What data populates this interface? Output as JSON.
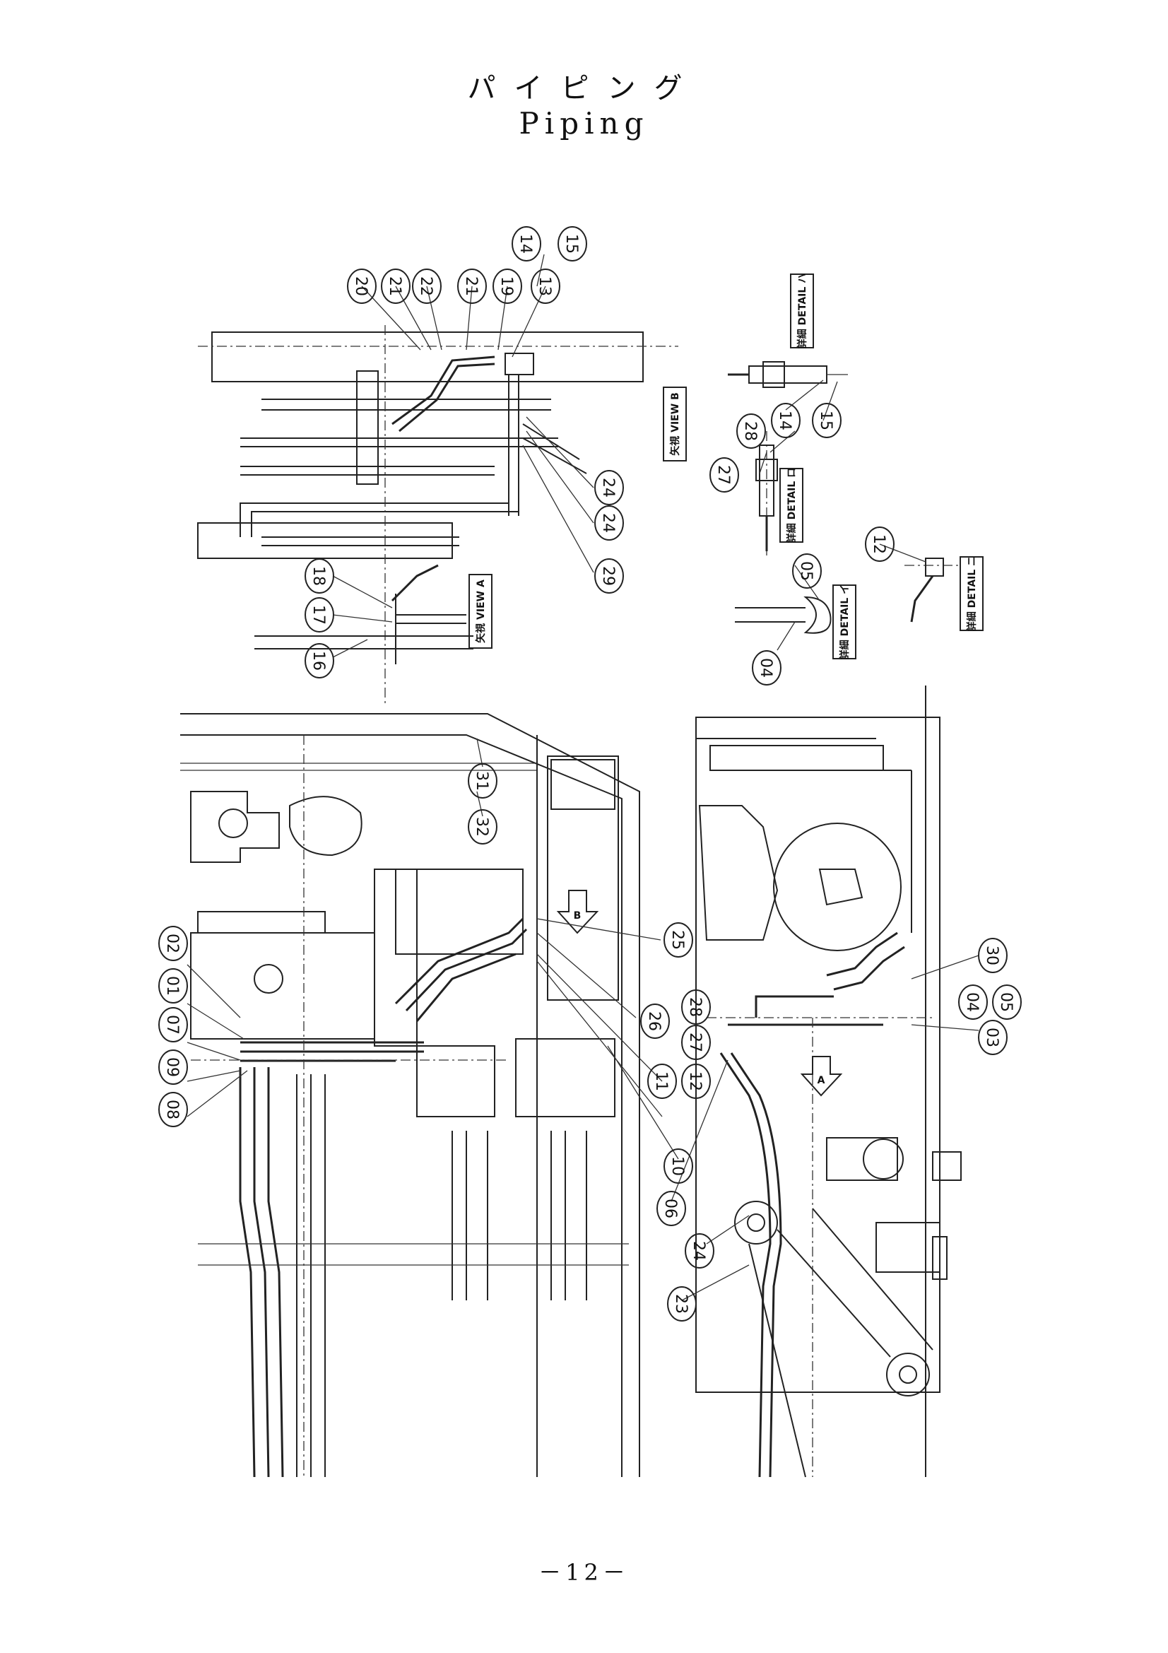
{
  "title_jp": "パイピング",
  "title_en": "Piping",
  "page_number": "－12－",
  "part_labels": [
    "01",
    "02",
    "03",
    "04",
    "05",
    "06",
    "07",
    "08",
    "09",
    "10",
    "11",
    "12",
    "13",
    "14",
    "15",
    "16",
    "17",
    "18",
    "19",
    "20",
    "21",
    "22",
    "23",
    "24",
    "25",
    "26",
    "27",
    "28",
    "29",
    "30",
    "31",
    "32"
  ],
  "view_labels": {
    "view_a": "矢視 VIEW A",
    "view_b": "矢視 VIEW B",
    "detail_i": "詳細 DETAIL イ",
    "detail_ro": "詳細 DETAIL ロ",
    "detail_ha": "詳細 DETAIL ハ",
    "detail_ni": "詳細 DETAIL ニ"
  },
  "arrow_labels": {
    "a": "A",
    "b": "B"
  }
}
